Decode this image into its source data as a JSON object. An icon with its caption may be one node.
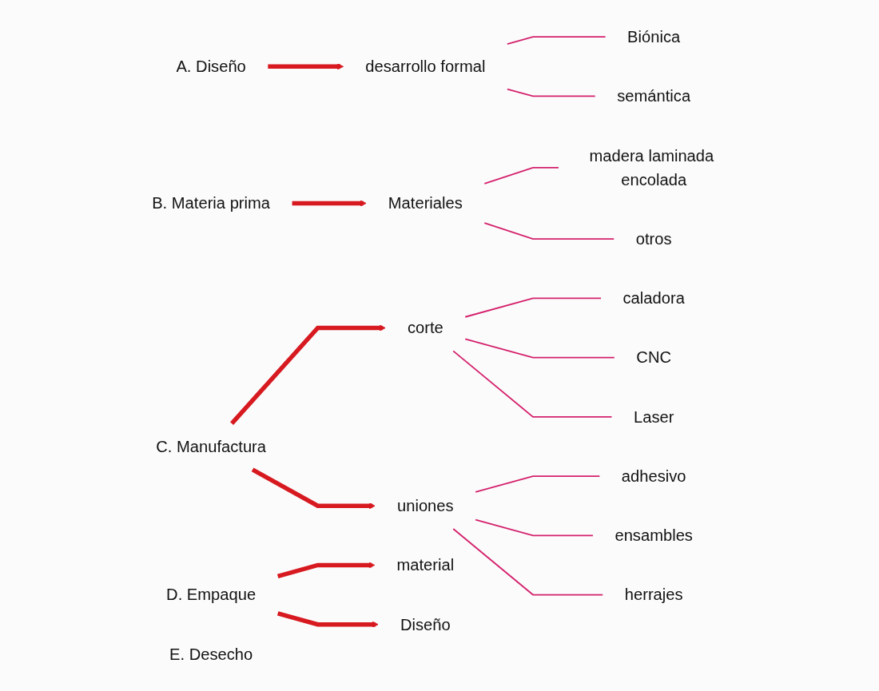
{
  "diagram": {
    "nodes": [
      {
        "text": [
          "A. Diseño"
        ]
      },
      {
        "text": [
          "desarrollo formal"
        ]
      },
      {
        "text": [
          "Biónica"
        ]
      },
      {
        "text": [
          "semántica"
        ]
      },
      {
        "text": [
          "B. Materia prima"
        ]
      },
      {
        "text": [
          "Materiales"
        ]
      },
      {
        "text": [
          "madera laminada encolada"
        ]
      },
      {
        "text": [
          "otros"
        ]
      },
      {
        "text": [
          "C. Manufactura"
        ]
      },
      {
        "text": [
          "corte"
        ]
      },
      {
        "text": [
          "caladora"
        ]
      },
      {
        "text": [
          "CNC"
        ]
      },
      {
        "text": [
          "Laser"
        ]
      },
      {
        "text": [
          "uniones"
        ]
      },
      {
        "text": [
          "adhesivo"
        ]
      },
      {
        "text": [
          "ensambles"
        ]
      },
      {
        "text": [
          "herrajes"
        ]
      },
      {
        "text": [
          "D. Empaque"
        ]
      },
      {
        "text": [
          "material"
        ]
      },
      {
        "text": [
          "Diseño"
        ]
      },
      {
        "text": [
          "E. Desecho"
        ]
      }
    ],
    "edges": [
      {
        "from": 0,
        "to": 1,
        "arrow": "to",
        "style": "thick",
        "color": "#d71920"
      },
      {
        "from": 1,
        "to": 2,
        "arrow": "none"
      },
      {
        "from": 1,
        "to": 3,
        "arrow": "none"
      },
      {
        "from": 4,
        "to": 5,
        "arrow": "to",
        "style": "thick",
        "color": "#d71920"
      },
      {
        "from": 5,
        "to": 6,
        "arrow": "none"
      },
      {
        "from": 5,
        "to": 7,
        "arrow": "none"
      },
      {
        "from": 8,
        "to": 9,
        "arrow": "to",
        "style": "thick",
        "color": "#d71920"
      },
      {
        "from": 8,
        "to": 13,
        "arrow": "to",
        "style": "thick",
        "color": "#d71920"
      },
      {
        "from": 9,
        "to": 10,
        "arrow": "none"
      },
      {
        "from": 9,
        "to": 11,
        "arrow": "none"
      },
      {
        "from": 9,
        "to": 12,
        "arrow": "none"
      },
      {
        "from": 13,
        "to": 14,
        "arrow": "none"
      },
      {
        "from": 13,
        "to": 15,
        "arrow": "none"
      },
      {
        "from": 13,
        "to": 16,
        "arrow": "none"
      },
      {
        "from": 17,
        "to": 18,
        "arrow": "to",
        "style": "thick",
        "color": "#d71920"
      },
      {
        "from": 17,
        "to": 19,
        "arrow": "to",
        "style": "thick",
        "color": "#d71920"
      }
    ]
  }
}
